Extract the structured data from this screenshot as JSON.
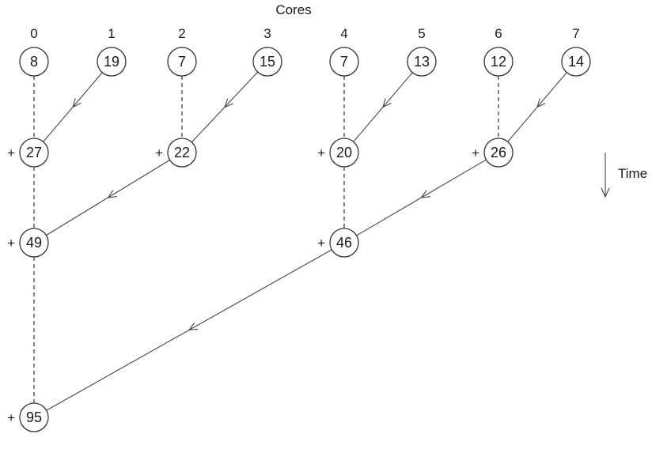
{
  "title": "Cores",
  "time_label": "Time",
  "plus_sign": "+",
  "cores": [
    "0",
    "1",
    "2",
    "3",
    "4",
    "5",
    "6",
    "7"
  ],
  "levels": [
    [
      "8",
      "19",
      "7",
      "15",
      "7",
      "13",
      "12",
      "14"
    ],
    [
      "27",
      "22",
      "20",
      "26"
    ],
    [
      "49",
      "46"
    ],
    [
      "95"
    ]
  ],
  "colors": {
    "stroke": "#333333",
    "text": "#1a1a1a",
    "background": "#ffffff"
  }
}
